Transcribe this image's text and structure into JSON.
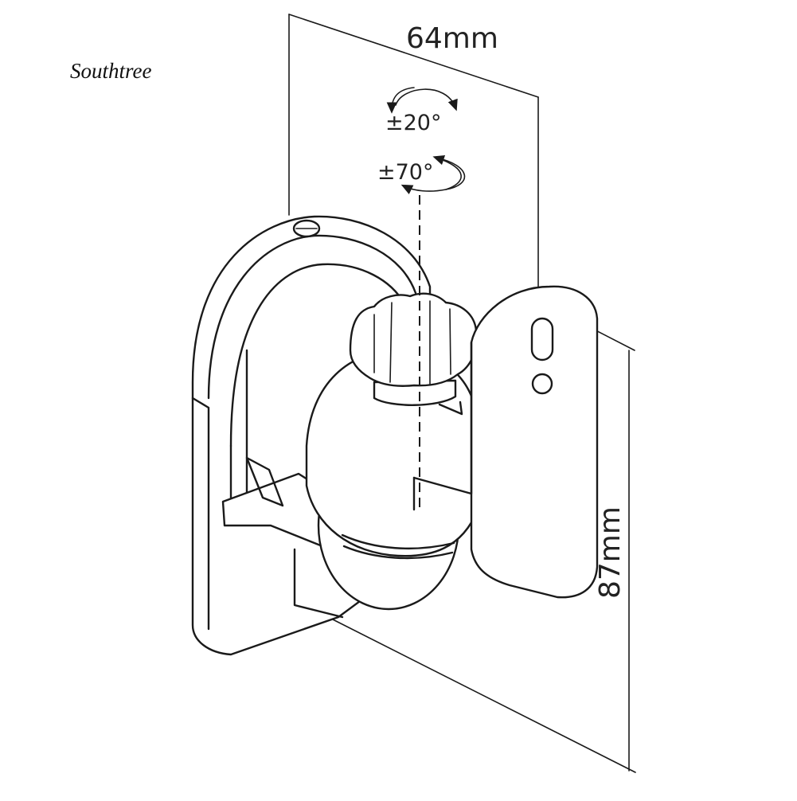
{
  "brand": "Southtree",
  "dimensions": {
    "width": "64mm",
    "height": "87mm"
  },
  "rotation": {
    "tilt": "±20°",
    "swivel": "±70°"
  }
}
